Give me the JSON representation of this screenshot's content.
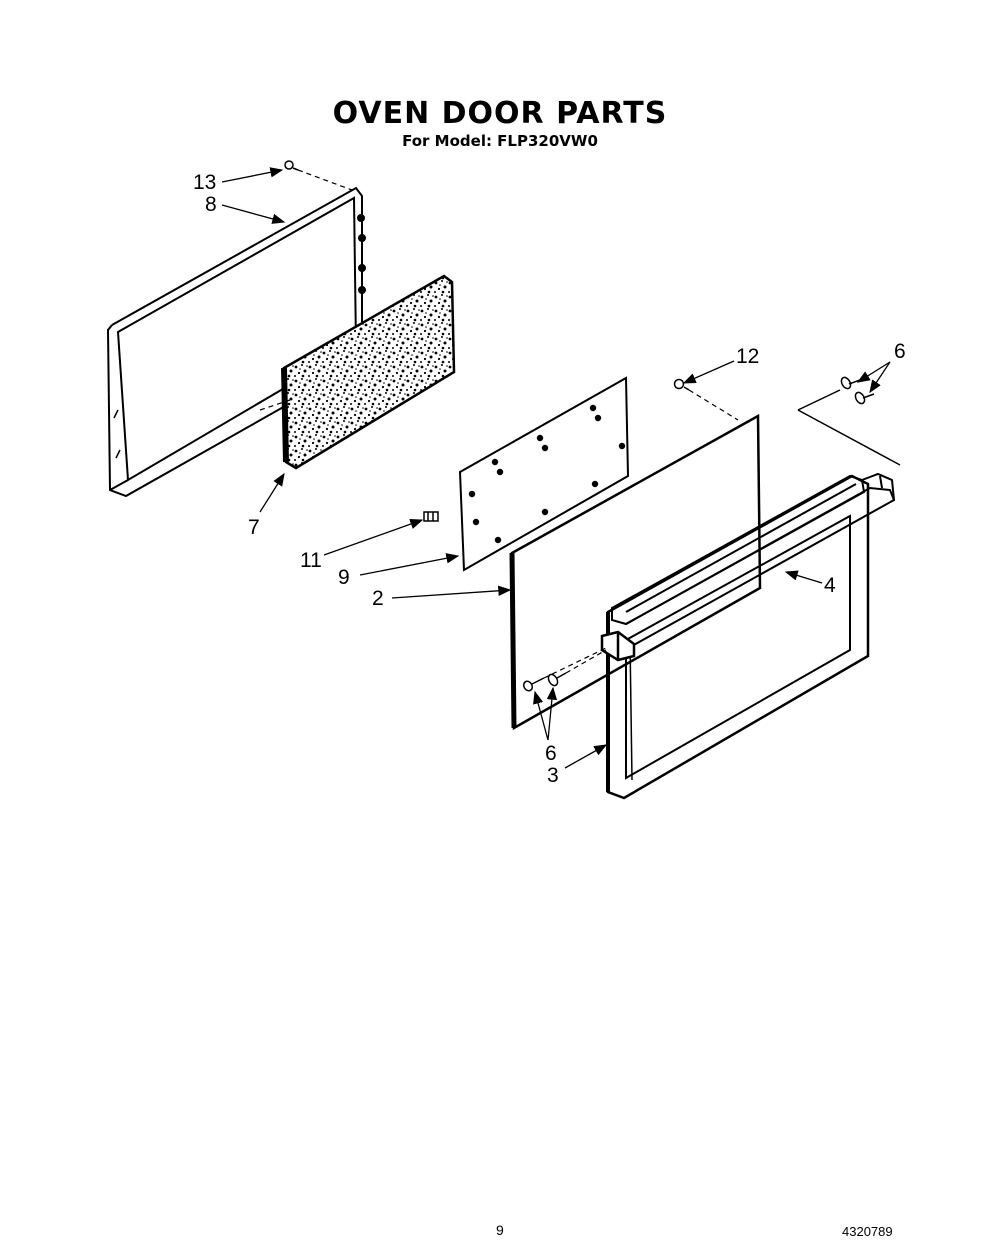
{
  "header": {
    "title": "OVEN DOOR PARTS",
    "subtitle": "For Model: FLP320VW0"
  },
  "callouts": [
    {
      "id": "13",
      "label": "13"
    },
    {
      "id": "8",
      "label": "8"
    },
    {
      "id": "7",
      "label": "7"
    },
    {
      "id": "12",
      "label": "12"
    },
    {
      "id": "6a",
      "label": "6"
    },
    {
      "id": "11",
      "label": "11"
    },
    {
      "id": "9",
      "label": "9"
    },
    {
      "id": "2",
      "label": "2"
    },
    {
      "id": "4",
      "label": "4"
    },
    {
      "id": "6b",
      "label": "6"
    },
    {
      "id": "3",
      "label": "3"
    }
  ],
  "footer": {
    "page_number": "9",
    "doc_number": "4320789"
  }
}
